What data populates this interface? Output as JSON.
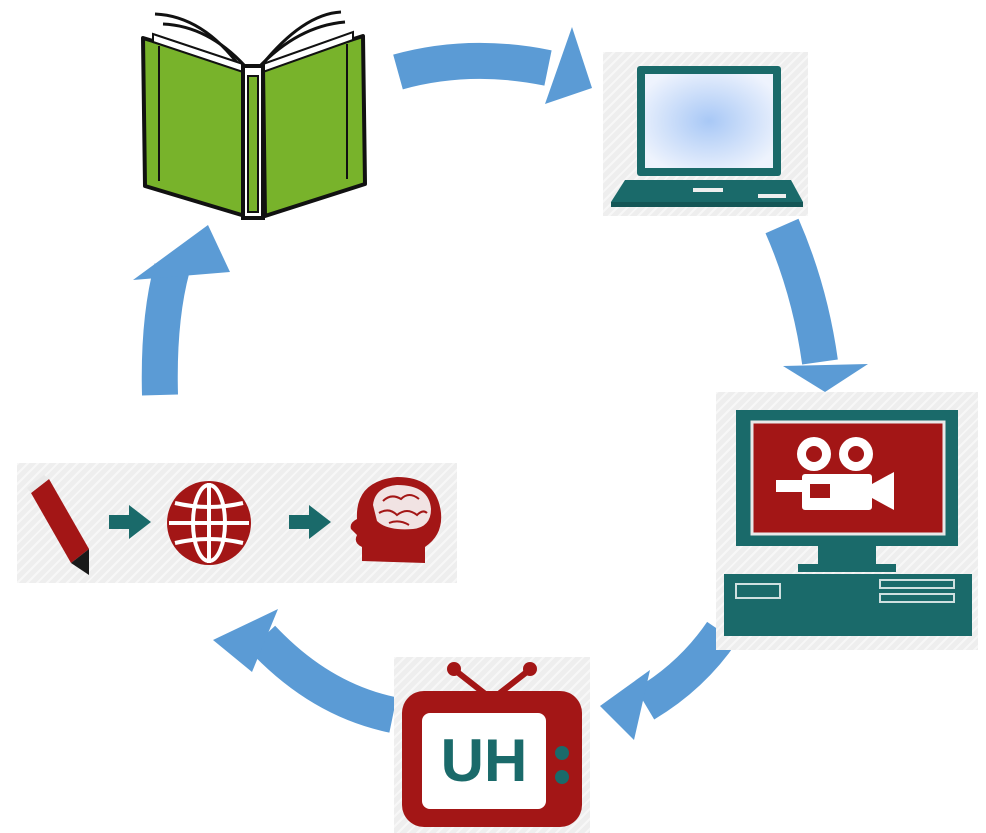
{
  "diagram": {
    "nodes": [
      {
        "id": "book",
        "icon": "open-book-icon"
      },
      {
        "id": "laptop",
        "icon": "laptop-icon"
      },
      {
        "id": "desktop",
        "icon": "desktop-video-camera-icon"
      },
      {
        "id": "tv",
        "icon": "television-icon",
        "label": "UH"
      },
      {
        "id": "process",
        "icons": [
          "pencil-icon",
          "arrow-right-icon",
          "globe-icon",
          "arrow-right-icon",
          "head-brain-icon"
        ]
      }
    ],
    "edges": [
      {
        "from": "book",
        "to": "laptop"
      },
      {
        "from": "laptop",
        "to": "desktop"
      },
      {
        "from": "desktop",
        "to": "tv"
      },
      {
        "from": "tv",
        "to": "process"
      },
      {
        "from": "process",
        "to": "book"
      }
    ]
  },
  "colors": {
    "arrow": "#5b9bd5",
    "book_green": "#78b32b",
    "teal": "#1a6a6a",
    "dark_red": "#a31616",
    "screen_blue": "#cfe0fb"
  }
}
